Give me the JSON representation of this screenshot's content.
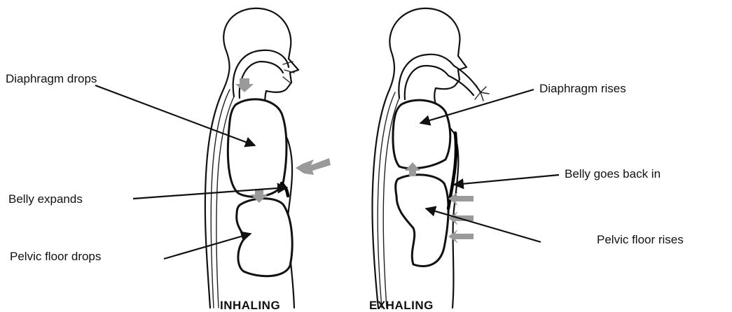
{
  "labels": {
    "diaphragm_drops": "Diaphragm drops",
    "belly_expands": "Belly expands",
    "pelvic_floor_drops": "Pelvic floor drops",
    "diaphragm_rises": "Diaphragm rises",
    "belly_goes_back_in": "Belly goes back in",
    "pelvic_floor_rises": "Pelvic floor rises"
  },
  "captions": {
    "inhaling": "INHALING",
    "exhaling": "EXHALING"
  }
}
